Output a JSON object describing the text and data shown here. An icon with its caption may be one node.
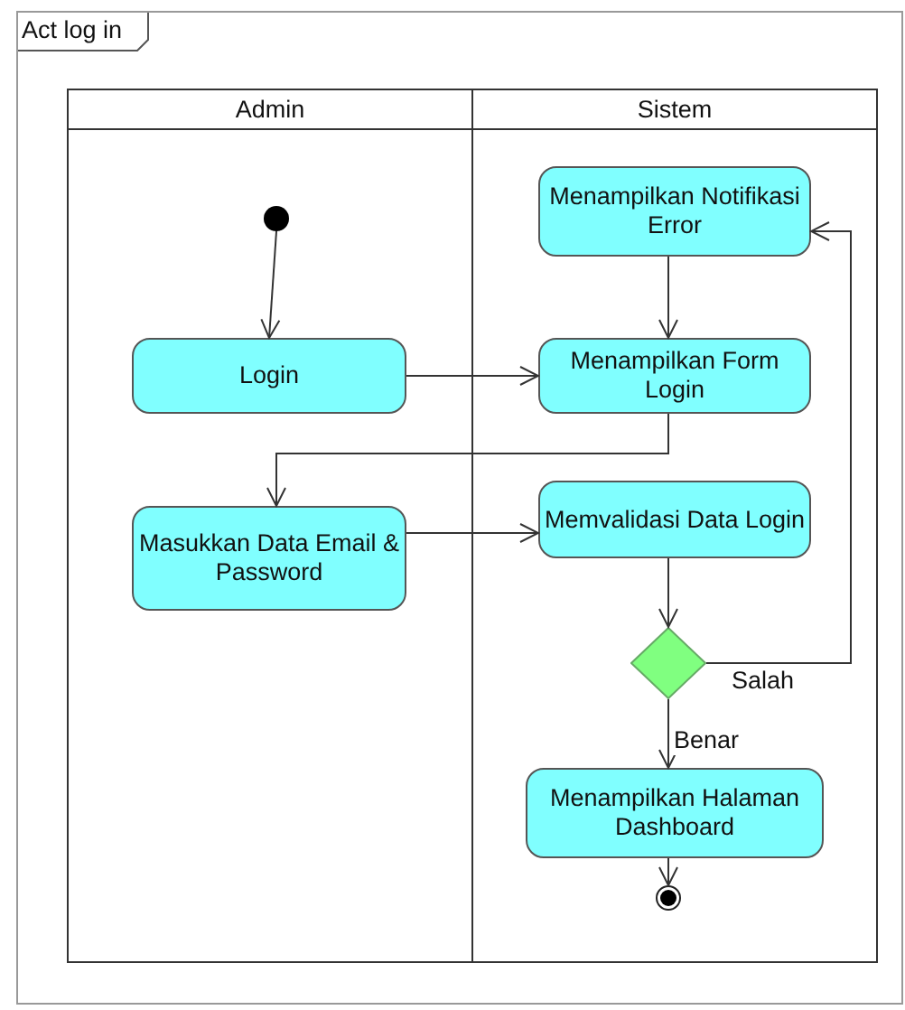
{
  "diagram": {
    "nodes": [
      {
        "text": [
          "Act log in"
        ]
      },
      {
        "text": [
          "Admin"
        ],
        "in": 0
      },
      {
        "text": [
          "Sistem"
        ],
        "in": 0
      },
      {
        "text": [],
        "shape": "circle",
        "in": 1
      },
      {
        "text": [
          "Login"
        ],
        "in": 1
      },
      {
        "text": [
          "Masukkan Data Email & Password"
        ],
        "in": 1
      },
      {
        "text": [
          "Menampilkan Notifikasi Error"
        ],
        "in": 2
      },
      {
        "text": [
          "Menampilkan Form Login"
        ],
        "in": 2
      },
      {
        "text": [
          "Memvalidasi Data Login"
        ],
        "in": 2
      },
      {
        "text": [],
        "shape": "diamond",
        "in": 2
      },
      {
        "text": [
          "Menampilkan Halaman Dashboard"
        ],
        "in": 2
      },
      {
        "text": [],
        "shape": "circle",
        "in": 2
      }
    ],
    "edges": [
      {
        "from": 3,
        "to": 4,
        "arrow": "to"
      },
      {
        "from": 4,
        "to": 7,
        "arrow": "to"
      },
      {
        "from": 6,
        "to": 7,
        "arrow": "to"
      },
      {
        "from": 7,
        "to": 5,
        "arrow": "to"
      },
      {
        "from": 5,
        "to": 8,
        "arrow": "to"
      },
      {
        "from": 8,
        "to": 9,
        "arrow": "to"
      },
      {
        "from": 9,
        "to": 6,
        "arrow": "to",
        "label": "Salah"
      },
      {
        "from": 9,
        "to": 10,
        "arrow": "to",
        "label": "Benar"
      },
      {
        "from": 10,
        "to": 11,
        "arrow": "to"
      }
    ]
  }
}
